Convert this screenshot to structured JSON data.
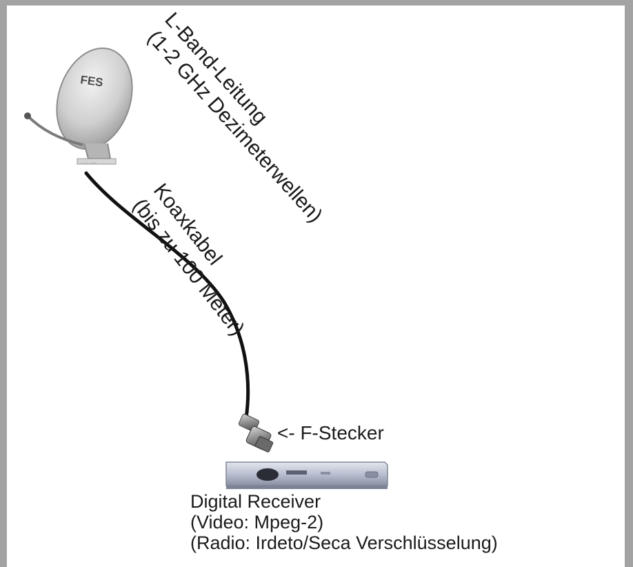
{
  "labels": {
    "lband_line1": "L-Band-Leitung",
    "lband_line2": "(1-2 GHz Dezimeterwellen)",
    "coax_line1": "Koaxkabel",
    "coax_line2": "(bis zu 100 Meter)",
    "f_stecker": "<- F-Stecker",
    "receiver_line1": "Digital Receiver",
    "receiver_line2": "(Video: Mpeg-2)",
    "receiver_line3": "(Radio: Irdeto/Seca Verschlüsselung)"
  },
  "dish_logo": "FES",
  "colors": {
    "frame": "#a3a3a3",
    "canvas": "#ffffff",
    "dish": "#c8c8c8",
    "cable": "#111111",
    "receiver": "#b9bfd0"
  }
}
